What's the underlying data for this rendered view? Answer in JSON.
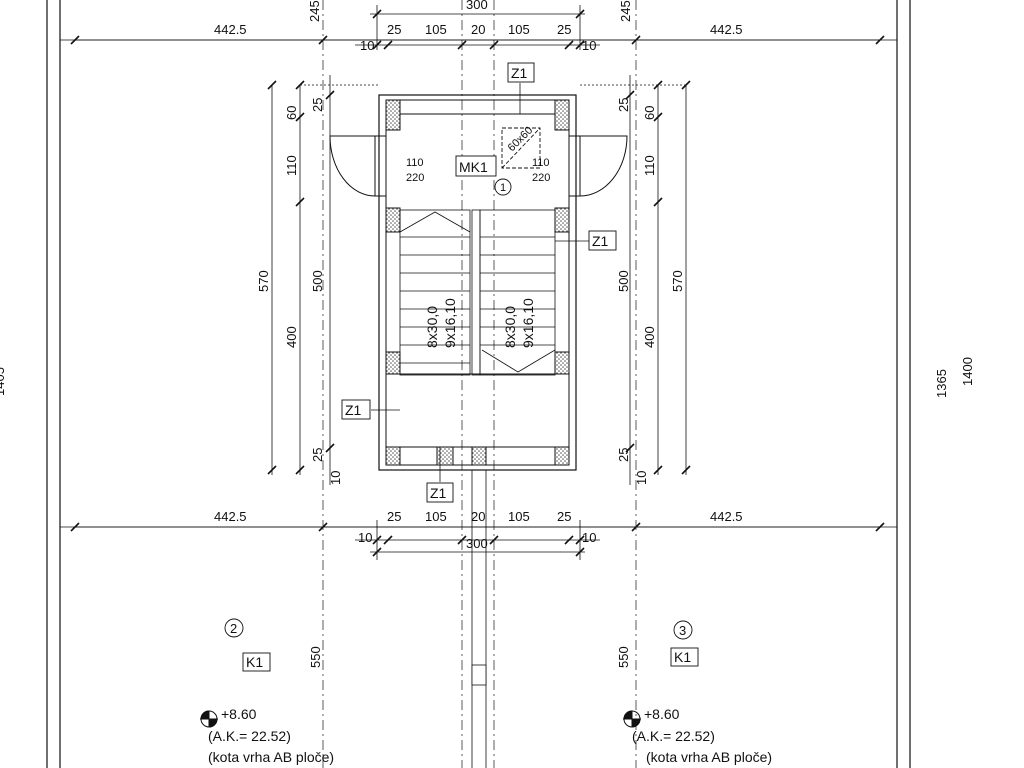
{
  "dimensions": {
    "top_left_span": "442.5",
    "top_right_span": "442.5",
    "bottom_left_span": "442.5",
    "bottom_right_span": "442.5",
    "offset_245_left": "245",
    "offset_245_right": "245",
    "top_300": "300",
    "bottom_300": "300",
    "seg_25": "25",
    "seg_105": "105",
    "seg_20": "20",
    "seg_10": "10",
    "v_60": "60",
    "v_110": "110",
    "v_570": "570",
    "v_500": "500",
    "v_400": "400",
    "v_550": "550",
    "v_1365": "1365",
    "v_1400": "1400",
    "v_1405": "1405",
    "door_w": "110",
    "door_h": "220",
    "hatch_size": "60x60"
  },
  "stair": {
    "left_run_a": "8x30,0",
    "left_run_b": "9x16,10",
    "right_run_a": "8x30,0",
    "right_run_b": "9x16,10"
  },
  "tags": {
    "wall": "Z1",
    "hatch": "MK1",
    "slab": "K1"
  },
  "rooms": {
    "r1": "1",
    "r2": "2",
    "r3": "3"
  },
  "levels": {
    "left_level": "+8.60",
    "left_ak": "(A.K.= 22.52)",
    "left_note": "(kota vrha AB ploče)",
    "right_level": "+8.60",
    "right_ak": "(A.K.= 22.52)",
    "right_note": "(kota vrha AB ploče)"
  }
}
